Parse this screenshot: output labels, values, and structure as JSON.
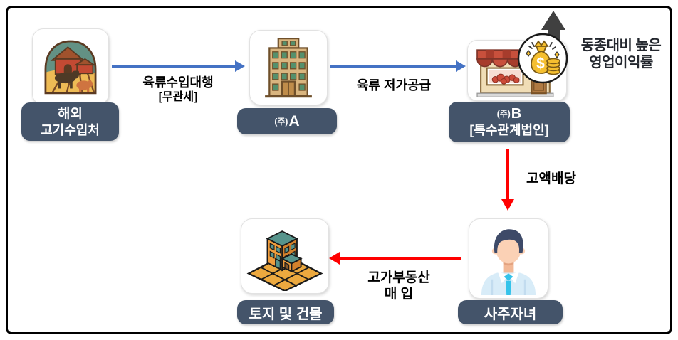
{
  "diagram": {
    "colors": {
      "label_box": "#44546A",
      "label_text": "#FFFFFF",
      "blue_arrow": "#4472C4",
      "red_arrow": "#FF0000",
      "dark_trend_arrow": "#404040",
      "annotation_text": "#23272E",
      "edge_label_text": "#000000",
      "frame_border": "#000000"
    },
    "nodes": {
      "overseas_supplier": {
        "icon": "farm-icon",
        "label_line1": "해외",
        "label_line2": "고기수입처"
      },
      "company_a": {
        "icon": "office-building-icon",
        "label_prefix": "(주)",
        "label_name": "A"
      },
      "company_b": {
        "icon": "butcher-shop-icon",
        "badge_icon": "money-bag-icon",
        "label_prefix": "(주)",
        "label_name": "B",
        "label_line2": "[특수관계법인]"
      },
      "owner_children": {
        "icon": "person-icon",
        "label": "사주자녀"
      },
      "real_estate": {
        "icon": "land-building-icon",
        "label": "토지 및 건물"
      }
    },
    "edges": {
      "meat_import_agency": {
        "from": "overseas_supplier",
        "to": "company_a",
        "color": "#4472C4",
        "label_line1": "육류수입대행",
        "label_line2": "[무관세]"
      },
      "meat_low_price_supply": {
        "from": "company_a",
        "to": "company_b",
        "color": "#4472C4",
        "label": "육류 저가공급"
      },
      "high_dividend": {
        "from": "company_b",
        "to": "owner_children",
        "color": "#FF0000",
        "label": "고액배당"
      },
      "expensive_real_estate_purchase": {
        "from": "owner_children",
        "to": "real_estate",
        "color": "#FF0000",
        "label_line1": "고가부동산",
        "label_line2": "매 입"
      }
    },
    "annotations": {
      "high_operating_margin": {
        "line1": "동종대비 높은",
        "line2": "영업이익률",
        "icon": "up-trend-arrow-icon"
      }
    }
  }
}
